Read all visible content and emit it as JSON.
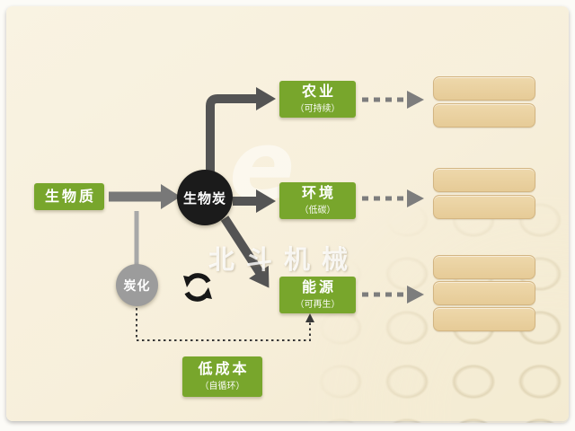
{
  "watermark": {
    "brand": "北斗机械",
    "logo_letter": "e"
  },
  "nodes": {
    "biomass": {
      "label": "生物质"
    },
    "biochar": {
      "label": "生物炭"
    },
    "carbonization": {
      "label": "炭化"
    },
    "low_cost": {
      "label": "低成本",
      "sub": "（自循环）"
    }
  },
  "outputs": [
    {
      "label": "农业",
      "sub": "（可持续）",
      "placeholder_count": 2
    },
    {
      "label": "环境",
      "sub": "（低碳）",
      "placeholder_count": 2
    },
    {
      "label": "能源",
      "sub": "（可再生）",
      "placeholder_count": 3
    }
  ],
  "edges": [
    {
      "from": "生物质",
      "to": "生物炭",
      "style": "solid-arrow"
    },
    {
      "from": "生物炭",
      "to": "农业",
      "style": "solid-arrow"
    },
    {
      "from": "生物炭",
      "to": "环境",
      "style": "solid-arrow"
    },
    {
      "from": "生物炭",
      "to": "能源",
      "style": "solid-arrow"
    },
    {
      "from": "生物质",
      "to": "炭化",
      "style": "solid-line"
    },
    {
      "from": "炭化",
      "to": "能源",
      "style": "dotted-arrow"
    },
    {
      "from": "农业",
      "to": "outputs",
      "style": "dashed-arrow"
    },
    {
      "from": "环境",
      "to": "outputs",
      "style": "dashed-arrow"
    },
    {
      "from": "能源",
      "to": "outputs",
      "style": "dashed-arrow"
    }
  ],
  "colors": {
    "green_node": "#78a62c",
    "black_node": "#1b1b1b",
    "gray_node": "#9c9c9c",
    "tan_box": "#e9cf9e",
    "arrow_dark": "#545454",
    "arrow_dashed": "#7d7d7d",
    "background": "#f7efdb"
  }
}
